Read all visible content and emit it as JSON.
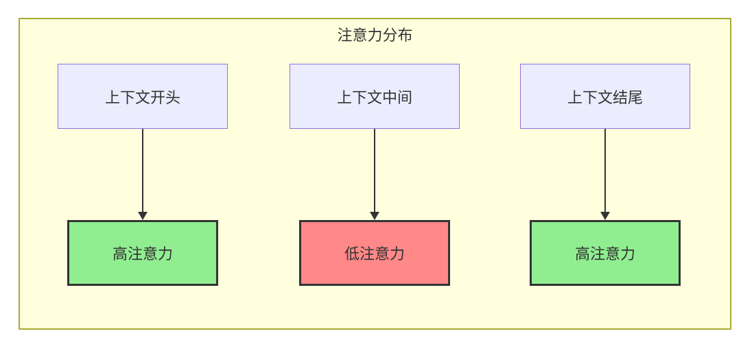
{
  "diagram": {
    "title": "注意力分布",
    "columns": [
      {
        "source": "上下文开头",
        "target": "高注意力",
        "target_type": "high"
      },
      {
        "source": "上下文中间",
        "target": "低注意力",
        "target_type": "low"
      },
      {
        "source": "上下文结尾",
        "target": "高注意力",
        "target_type": "high"
      }
    ],
    "colors": {
      "cluster_bg": "#ffffde",
      "cluster_border": "#aaaa33",
      "source_bg": "#ececff",
      "source_border": "#9370db",
      "high_attention_bg": "#90ee90",
      "low_attention_bg": "#ff8888",
      "target_border": "#333333",
      "text": "#333333",
      "arrow": "#333333"
    }
  }
}
